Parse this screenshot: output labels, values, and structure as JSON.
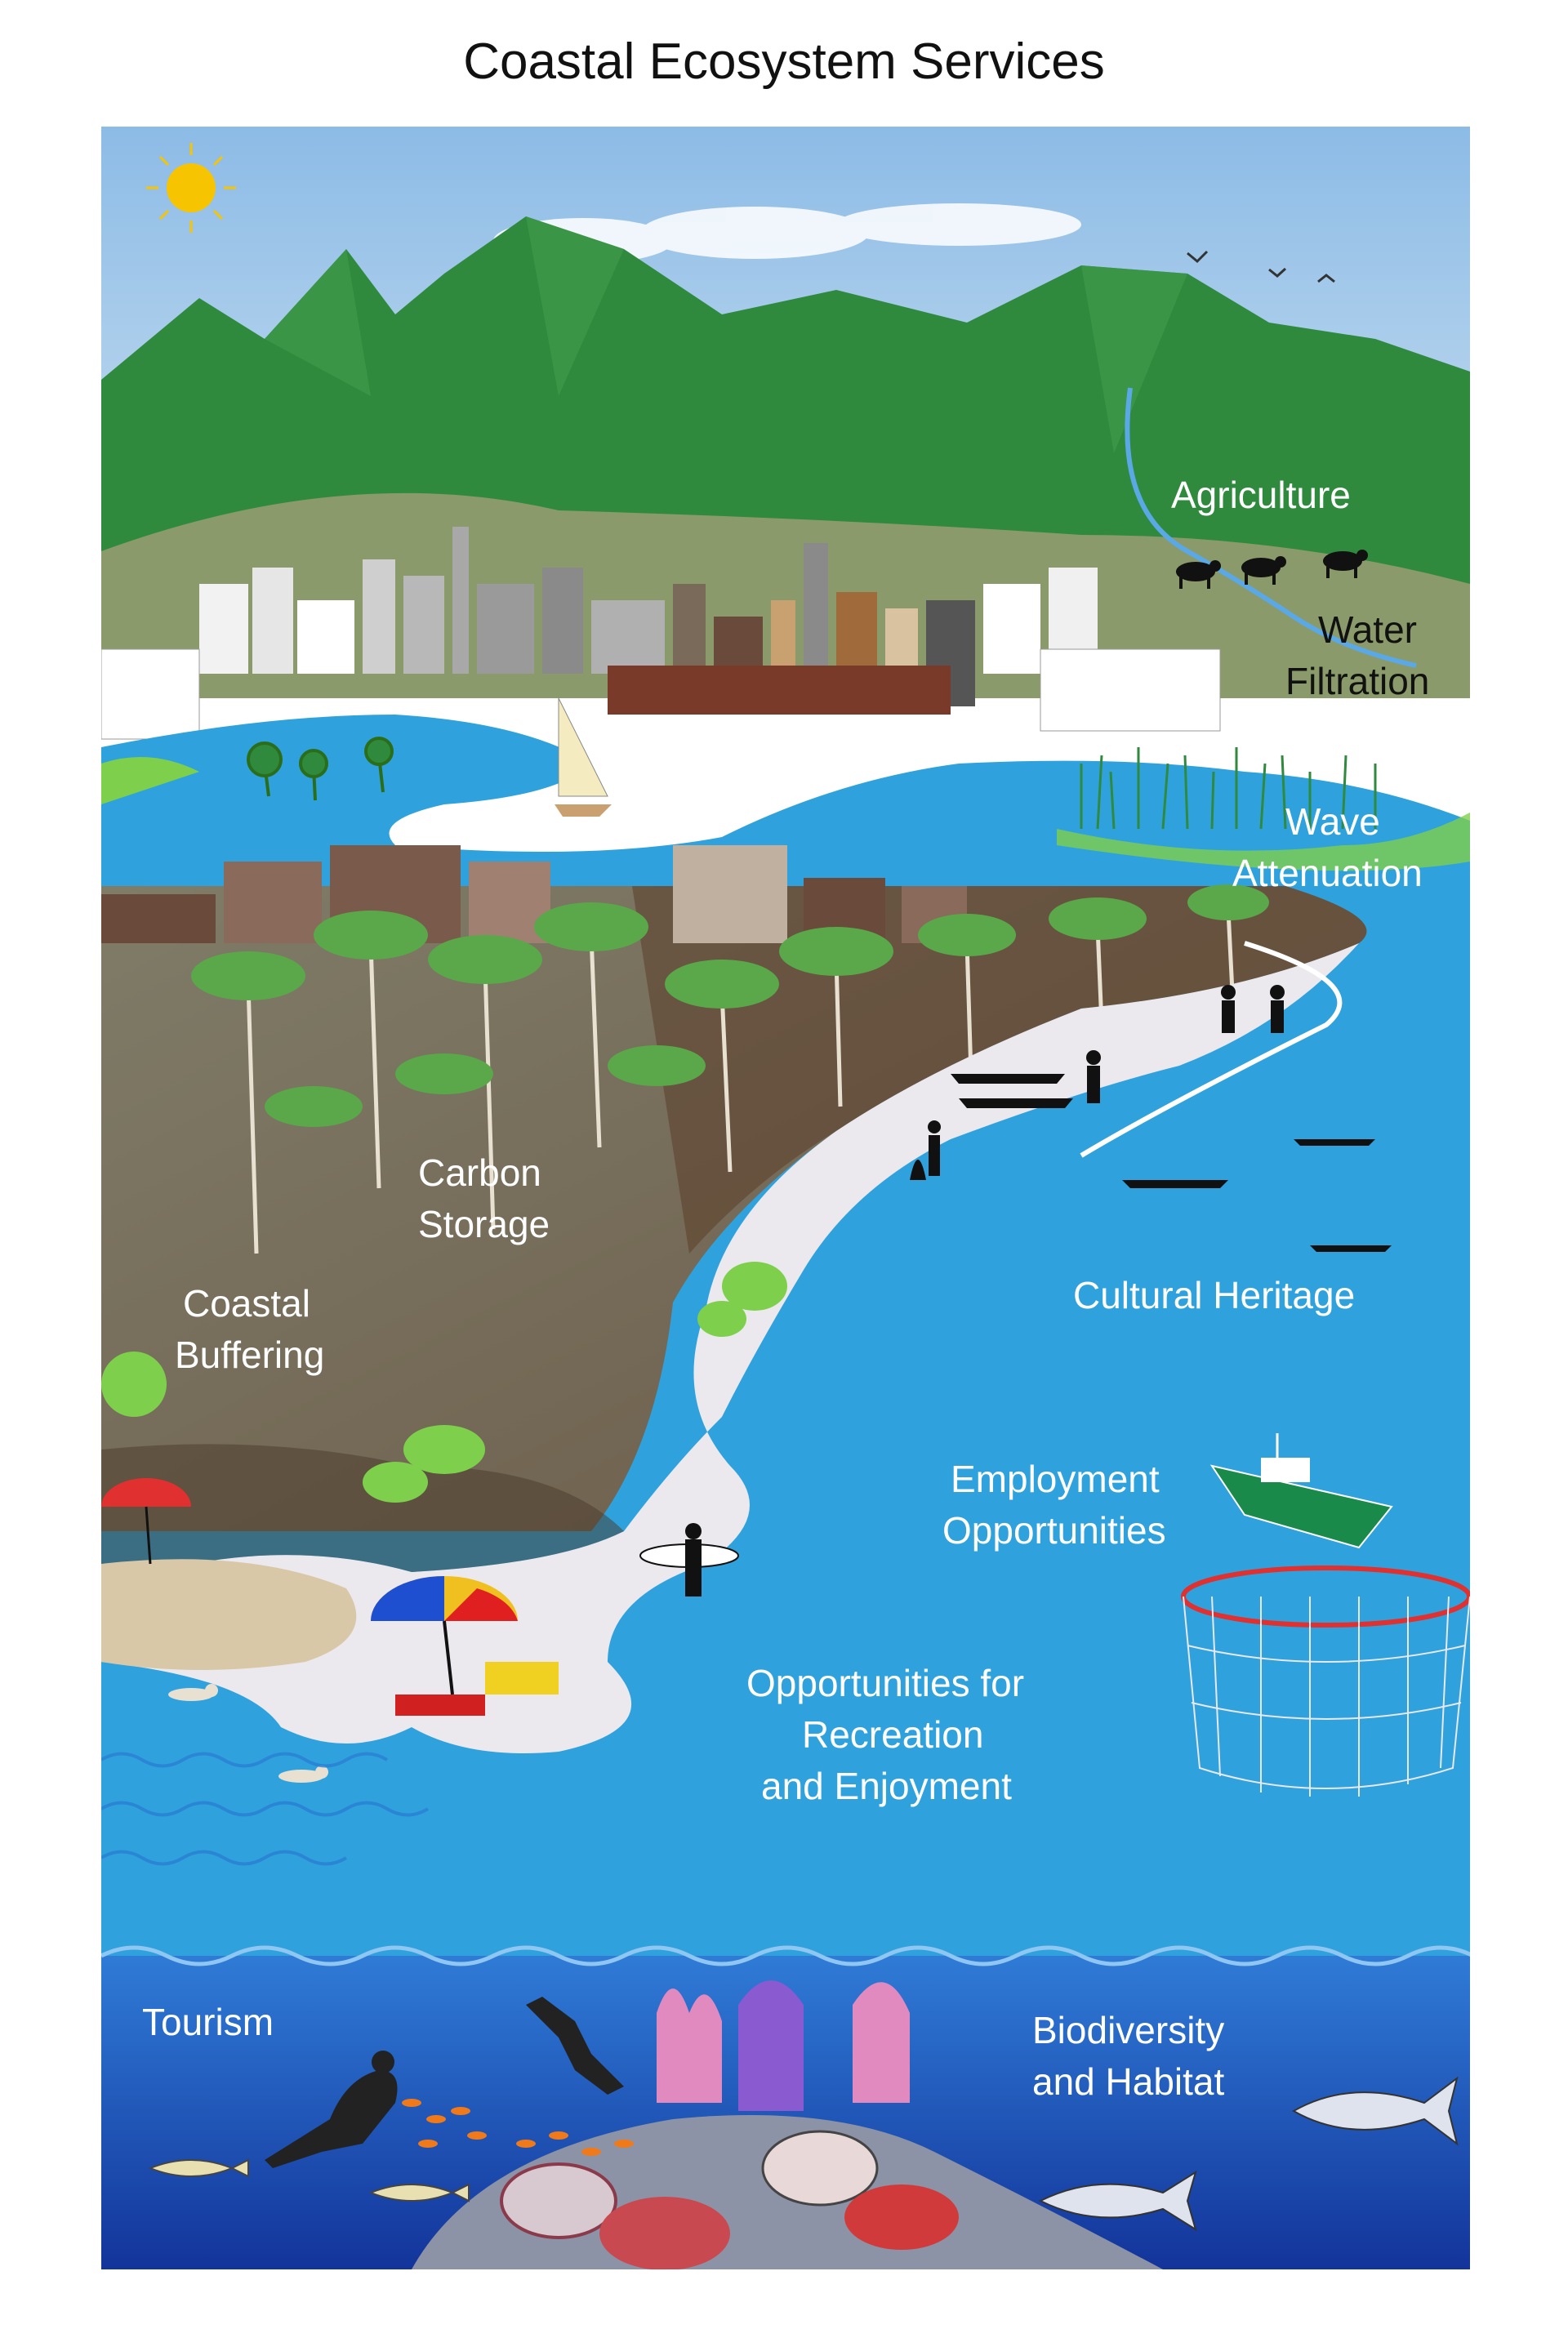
{
  "title": "Coastal Ecosystem Services",
  "labels": {
    "agriculture": "Agriculture",
    "water_filtration_1": "Water",
    "water_filtration_2": "Filtration",
    "wave_attenuation_1": "Wave",
    "wave_attenuation_2": "Attenuation",
    "carbon_storage_1": "Carbon",
    "carbon_storage_2": "Storage",
    "coastal_buffering_1": "Coastal",
    "coastal_buffering_2": "Buffering",
    "cultural_heritage": "Cultural Heritage",
    "employment_1": "Employment",
    "employment_2": "Opportunities",
    "recreation_1": "Opportunities for",
    "recreation_2": "Recreation",
    "recreation_3": "and Enjoyment",
    "tourism": "Tourism",
    "biodiversity_1": "Biodiversity",
    "biodiversity_2": "and Habitat"
  },
  "colors": {
    "sky": "#9cc3e6",
    "mountain": "#2f8a3e",
    "land": "#8c8670",
    "sand": "#ece9ee",
    "water_light": "#2fa2dd",
    "water_deep": "#1746a6",
    "label_text": "#ffffff"
  },
  "icons": [
    "sun-icon",
    "birds-icon",
    "cow-icon",
    "sailboat-icon",
    "tree-icon",
    "umbrella-icon",
    "kayak-icon",
    "fishing-boat-icon",
    "fish-cage-icon",
    "diver-icon",
    "fish-icon",
    "coral-icon",
    "surfer-icon",
    "swimmer-icon"
  ]
}
